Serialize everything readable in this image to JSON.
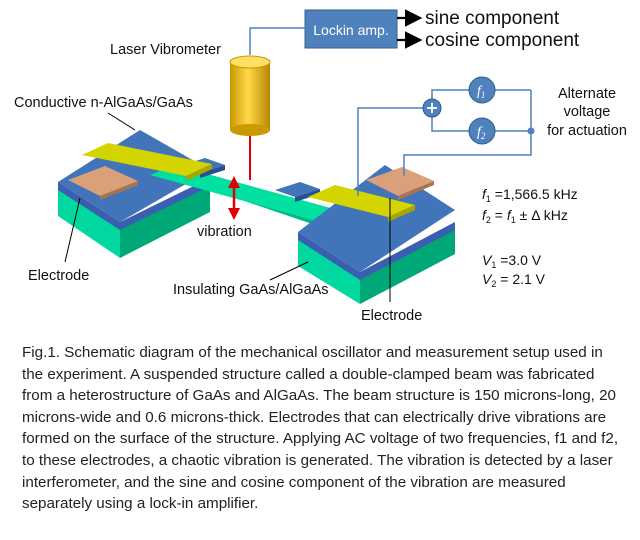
{
  "labels": {
    "lockin": "Lockin amp.",
    "sine": "sine component",
    "cosine": "cosine component",
    "laser": "Laser Vibrometer",
    "conductive": "Conductive n-AlGaAs/GaAs",
    "alternate_1": "Alternate",
    "alternate_2": "voltage",
    "alternate_3": "for actuation",
    "f1_circle": "f",
    "f1_sub": "1",
    "f2_circle": "f",
    "f2_sub": "2",
    "plus": "+",
    "vibration": "vibration",
    "electrode_left": "Electrode",
    "insulating": "Insulating GaAs/AlGaAs",
    "electrode_right": "Electrode"
  },
  "params": {
    "f1_sym": "f",
    "f1_sub": "1",
    "f1_val": " =1,566.5 kHz",
    "f2_sym": "f",
    "f2_sub": "2",
    "f2_eq": " = ",
    "f2_rhs_sym": "f",
    "f2_rhs_sub": "1",
    "f2_rhs_val": " ± Δ kHz",
    "v1_sym": "V",
    "v1_sub": "1",
    "v1_val": " =3.0 V",
    "v2_sym": "V",
    "v2_sub": "2",
    "v2_val": " = 2.1 V"
  },
  "colors": {
    "lockin_box": "#4f81bd",
    "wire": "#4f81bd",
    "laser_beam": "#e00000",
    "vibration_arrow": "#e00000",
    "substrate_green": "#00e0a0",
    "top_blue": "#3f6ea8",
    "electrode_copper": "#d9a07a",
    "gold_strip": "#c8c800"
  },
  "caption": "Fig.1. Schematic diagram of the mechanical oscillator and measurement setup used in the experiment. A suspended structure called a double-clamped beam was fabricated from a heterostructure of GaAs and AlGaAs. The beam structure is 150 microns-long, 20 microns-wide and 0.6 microns-thick. Electrodes that can electrically drive vibrations are formed on the surface of the structure. Applying AC voltage of two frequencies, f1 and f2, to these electrodes, a chaotic vibration is generated. The vibration is detected by a laser interferometer, and the sine and cosine component of the vibration are measured separately using a lock-in amplifier."
}
